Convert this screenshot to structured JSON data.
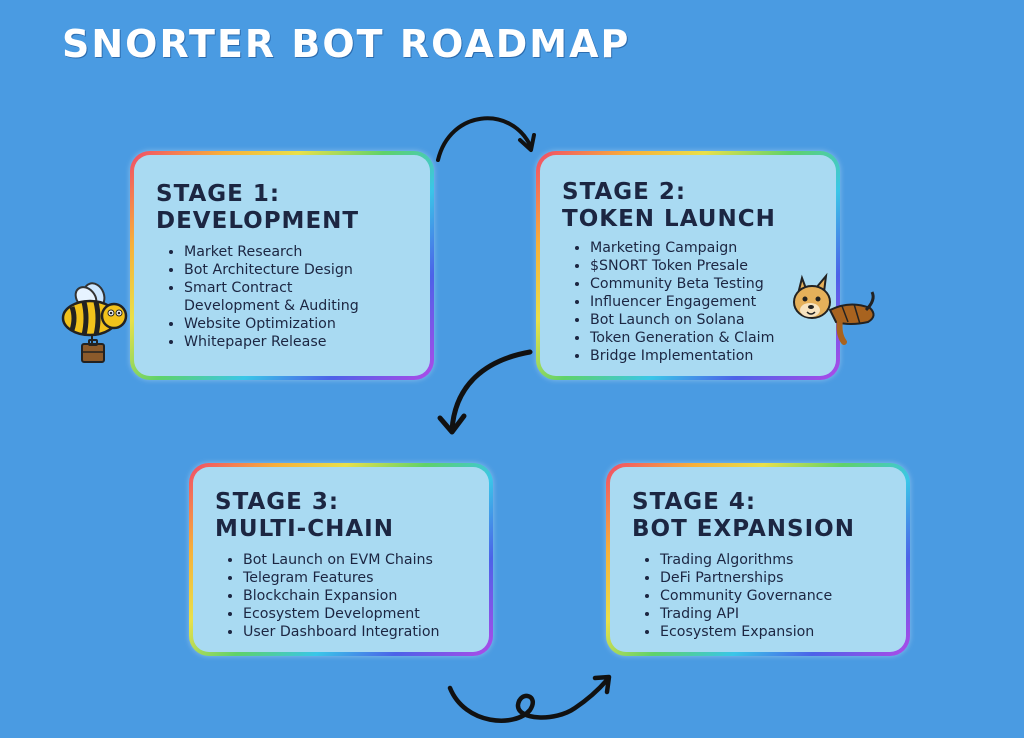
{
  "title": "Snorter Bot Roadmap",
  "stages": [
    {
      "line1": "Stage 1:",
      "line2": "Development",
      "items": [
        "Market Research",
        "Bot Architecture Design",
        "Smart Contract Development & Auditing",
        "Website Optimization",
        "Whitepaper Release"
      ]
    },
    {
      "line1": "Stage 2:",
      "line2": "Token Launch",
      "items": [
        "Marketing Campaign",
        "$SNORT Token Presale",
        "Community Beta Testing",
        "Influencer Engagement",
        "Bot Launch on Solana",
        "Token Generation & Claim",
        "Bridge Implementation"
      ]
    },
    {
      "line1": "Stage 3:",
      "line2": "Multi-Chain",
      "items": [
        "Bot Launch on EVM Chains",
        "Telegram Features",
        "Blockchain Expansion",
        "Ecosystem Development",
        "User Dashboard Integration"
      ]
    },
    {
      "line1": "Stage 4:",
      "line2": "Bot Expansion",
      "items": [
        "Trading Algorithms",
        "DeFi Partnerships",
        "Community Governance",
        "Trading API",
        "Ecosystem Expansion"
      ]
    }
  ],
  "colors": {
    "background": "#4a9be2",
    "card": "#a9daf2",
    "text": "#1c2642"
  },
  "icons": [
    "bee-mascot-icon",
    "dog-mascot-icon",
    "curved-arrow-icon"
  ]
}
